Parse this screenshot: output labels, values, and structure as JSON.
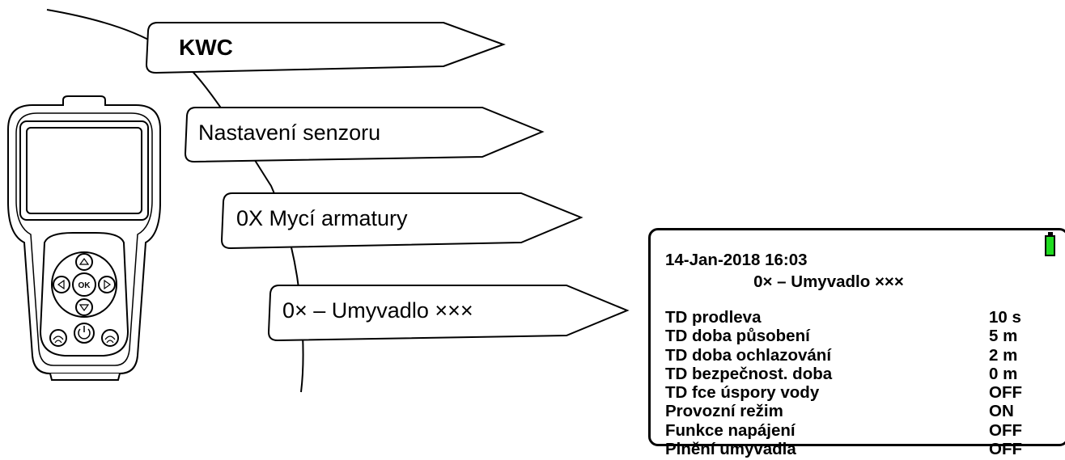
{
  "menu": {
    "items": [
      {
        "label": "KWC"
      },
      {
        "label": "Nastavení senzoru"
      },
      {
        "label": "0X Mycí armatury"
      },
      {
        "label": "0× – Umyvadlo ×××"
      }
    ]
  },
  "remote": {
    "buttons": {
      "ok": "OK"
    }
  },
  "screen": {
    "datetime": "14-Jan-2018 16:03",
    "title": "0× – Umyvadlo ×××",
    "battery_color": "#1fdc1f",
    "rows": [
      {
        "label": "TD prodleva",
        "value": "10 s"
      },
      {
        "label": "TD doba působení",
        "value": "5 m"
      },
      {
        "label": "TD doba ochlazování",
        "value": "2 m"
      },
      {
        "label": "TD bezpečnost. doba",
        "value": "0 m"
      },
      {
        "label": "TD fce úspory vody",
        "value": "OFF"
      },
      {
        "label": "Provozní režim",
        "value": "ON"
      },
      {
        "label": "Funkce napájení",
        "value": "OFF"
      },
      {
        "label": "Plnění umyvadla",
        "value": "OFF"
      }
    ]
  }
}
